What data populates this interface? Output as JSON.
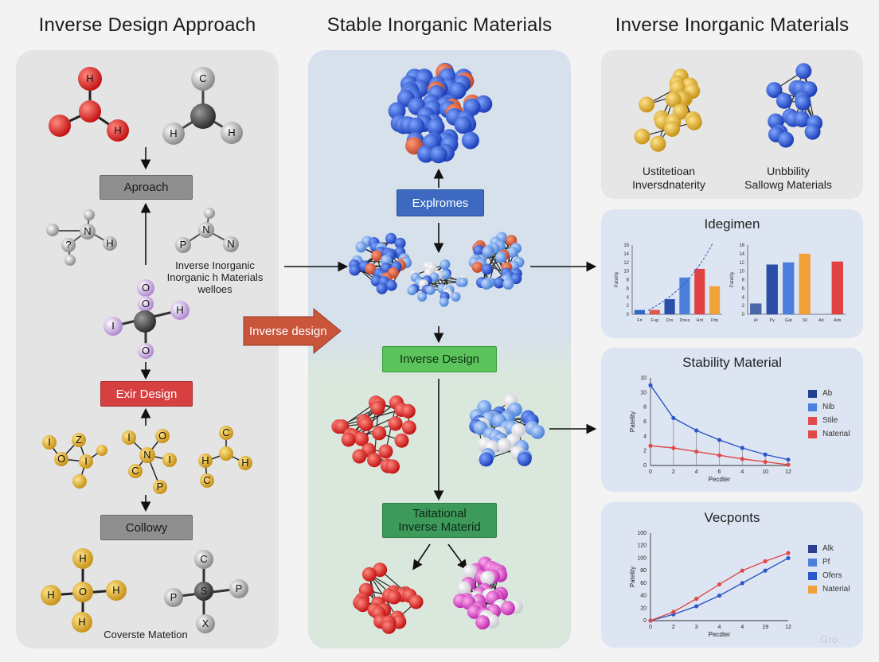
{
  "columns": {
    "left_title": "Inverse Design Approach",
    "mid_title": "Stable Inorganic Materials",
    "right_title": "Inverse Inorganic Materials"
  },
  "left": {
    "mol1_atoms": [
      "H",
      "H"
    ],
    "mol2_atoms": [
      "C",
      "H",
      "H"
    ],
    "approach_box": "Aproach",
    "mol3_atoms": [
      "N",
      "H",
      "?"
    ],
    "mol4_atoms": [
      "P",
      "N",
      "N"
    ],
    "caption": [
      "Inverse Inorganic",
      "Inorganic h Materials",
      "welloes"
    ],
    "mol5_atoms": [
      "O",
      "I",
      "O",
      "H",
      "O"
    ],
    "exir_box": "Exir Design",
    "mol6_atoms": [
      "I",
      "Z",
      "O",
      "I"
    ],
    "mol7_atoms": [
      "I",
      "O",
      "N",
      "I",
      "C",
      "P"
    ],
    "mol8_atoms": [
      "C",
      "H",
      "H",
      "C"
    ],
    "collowy_box": "Collowy",
    "mol9_atoms": [
      "H",
      "H",
      "O",
      "H",
      "H"
    ],
    "mol10_atoms": [
      "C",
      "P",
      "S",
      "P",
      "X"
    ],
    "bottom_caption": "Coverste Matetion"
  },
  "arrow_label": "Inverse design",
  "mid": {
    "explomes_box": "Explromes",
    "inverse_box": "Inverse Design",
    "tail_box": [
      "Taitational",
      "Inverse Materid"
    ]
  },
  "right": {
    "panel1": {
      "label_a": [
        "Ustitetioan",
        "Inversdnaterity"
      ],
      "label_b": [
        "Unbbility",
        "Sallowg Materials"
      ]
    },
    "panel2_title": "Idegimen",
    "panel3_title": "Stability Material",
    "panel4_title": "Vecponts"
  },
  "chart_data": [
    {
      "type": "bar",
      "title": "",
      "ylabel": "Patelity",
      "yticks": [
        "0",
        "2",
        "4",
        "6",
        "8",
        "10",
        "12",
        "14",
        "16"
      ],
      "categories": [
        "Fri",
        "Fug",
        "Drs",
        "Dnes",
        "Hnt",
        "Pds"
      ],
      "values": [
        1,
        1,
        3.5,
        8.5,
        10.5,
        6.5
      ],
      "colors": [
        "#2f66c8",
        "#e0574b",
        "#2b4fa8",
        "#4a7fdb",
        "#e04242",
        "#f0a238"
      ],
      "trend": "dashed-rising",
      "ylim": [
        0,
        16
      ]
    },
    {
      "type": "bar",
      "title": "",
      "ylabel": "Patelity",
      "yticks": [
        "0",
        "2",
        "4",
        "6",
        "8",
        "10",
        "12",
        "14",
        "16"
      ],
      "categories": [
        "Ai",
        "Py",
        "Gat",
        "Sil",
        "Ad",
        "Ads"
      ],
      "values": [
        2.5,
        11.5,
        12,
        14,
        0,
        12.2
      ],
      "colors": [
        "#4a66a8",
        "#2b4fa8",
        "#4a7fdb",
        "#f0a238",
        "#d9d9d9",
        "#e04242"
      ],
      "ylim": [
        0,
        16
      ]
    },
    {
      "type": "line",
      "title": "Stability Material",
      "ylabel": "Patelity",
      "xlabel": "Pecdter",
      "x": [
        0,
        2,
        4,
        6,
        8,
        10,
        12
      ],
      "xticks": [
        "0",
        "2",
        "4",
        "6",
        "4",
        "10",
        "12"
      ],
      "yticks": [
        "0",
        "2",
        "4",
        "6",
        "8",
        "10",
        "10"
      ],
      "series": [
        {
          "name": "Ab",
          "color": "#2b57c8",
          "values": [
            11,
            6.5,
            4.8,
            3.5,
            2.4,
            1.5,
            0.8
          ]
        },
        {
          "name": "Stile",
          "color": "#e04a4a",
          "values": [
            2.7,
            2.4,
            1.9,
            1.4,
            0.9,
            0.5,
            0.1
          ]
        }
      ],
      "legend": [
        {
          "name": "Ab",
          "color": "#1f3f8f"
        },
        {
          "name": "Nib",
          "color": "#4a7fdb"
        },
        {
          "name": "Stile",
          "color": "#e04a4a"
        },
        {
          "name": "Naterial",
          "color": "#e04a4a"
        }
      ],
      "ylim": [
        0,
        12
      ]
    },
    {
      "type": "line",
      "title": "Vecponts",
      "ylabel": "Patelity",
      "xlabel": "Pecdter",
      "x": [
        0,
        2,
        4,
        6,
        8,
        10,
        12
      ],
      "xticks": [
        "0",
        "2",
        "3",
        "4",
        "4",
        "19",
        "12"
      ],
      "yticks": [
        "0",
        "20",
        "40",
        "60",
        "80",
        "100",
        "120",
        "100"
      ],
      "series": [
        {
          "name": "Ofers",
          "color": "#2b57c8",
          "values": [
            0,
            10,
            23,
            40,
            60,
            80,
            100
          ]
        },
        {
          "name": "Naterial",
          "color": "#e04a4a",
          "values": [
            0,
            14,
            35,
            58,
            80,
            95,
            108
          ]
        }
      ],
      "legend": [
        {
          "name": "Alk",
          "color": "#2a3f8f"
        },
        {
          "name": "Pf",
          "color": "#4a7fdb"
        },
        {
          "name": "Ofers",
          "color": "#2b57c8"
        },
        {
          "name": "Naterial",
          "color": "#f0a238"
        }
      ],
      "ylim": [
        0,
        140
      ]
    }
  ],
  "watermark": "Gro"
}
